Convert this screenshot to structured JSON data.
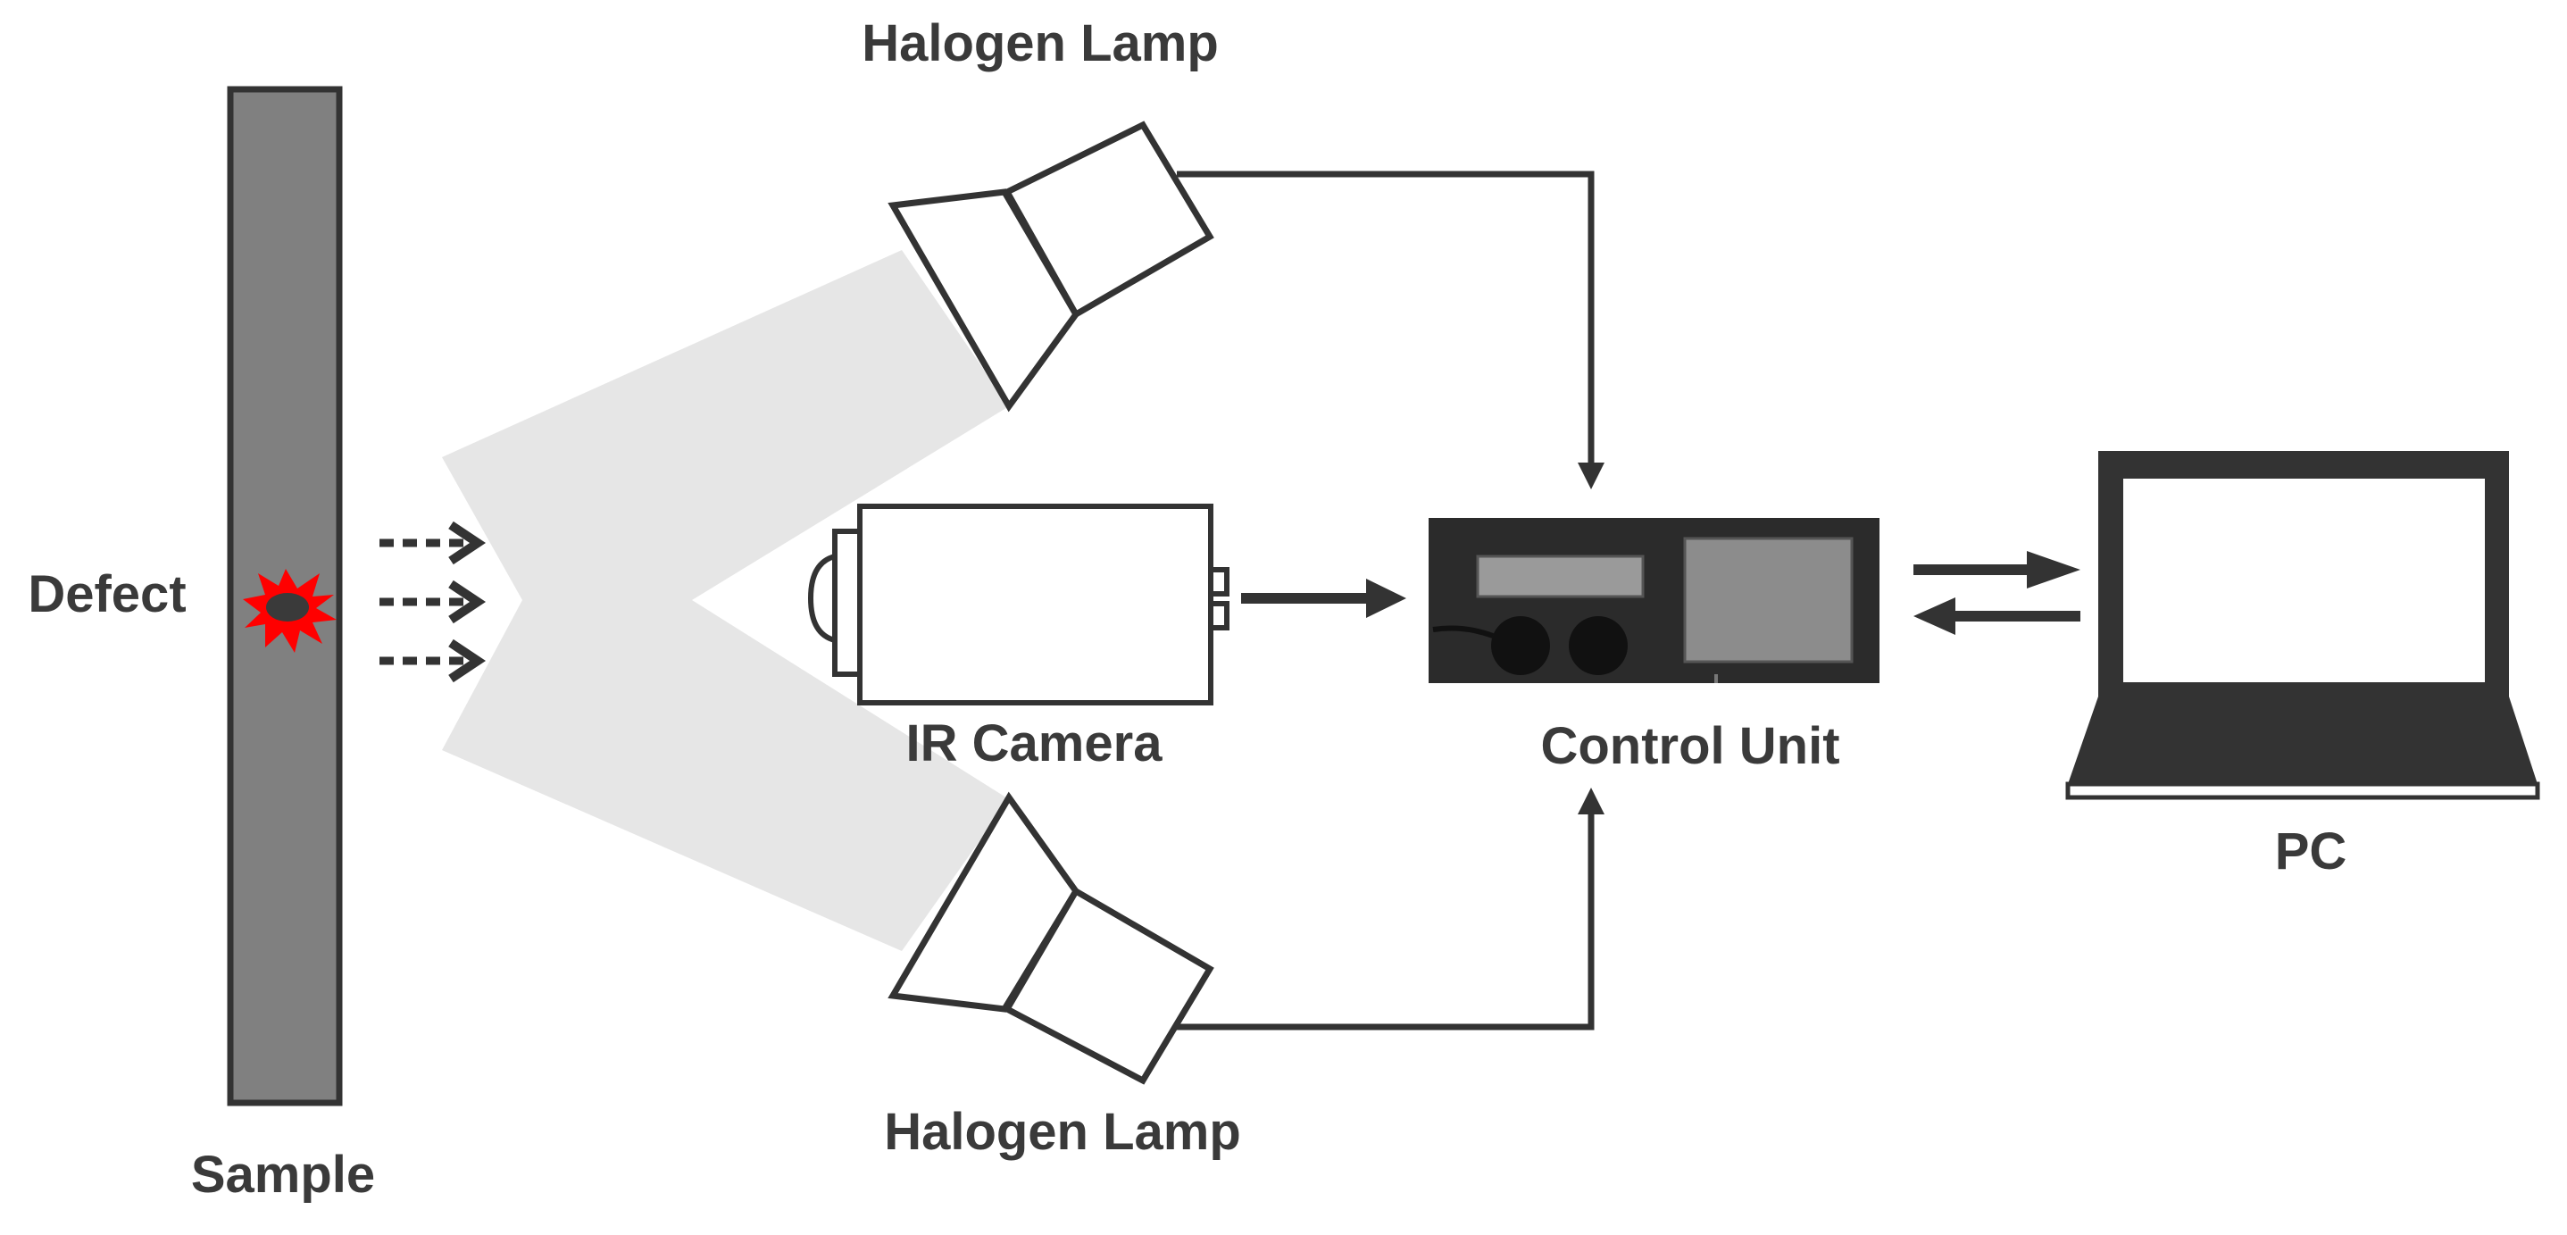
{
  "labels": {
    "halogen_lamp_top": "Halogen Lamp",
    "halogen_lamp_bottom": "Halogen Lamp",
    "defect": "Defect",
    "sample": "Sample",
    "ir_camera": "IR Camera",
    "control_unit": "Control Unit",
    "pc": "PC"
  },
  "colors": {
    "outline": "#333333",
    "sample_fill": "#808080",
    "beam_fill": "#e6e6e6",
    "defect_red": "#ff0000",
    "defect_core": "#3a3a3a",
    "control_unit_body": "#2b2b2b",
    "control_unit_screen": "#8c8c8c",
    "control_unit_panel": "#9a9a9a",
    "label_text": "#3a3a3a"
  },
  "icons": {
    "defect": "burst-icon",
    "heat_flow": "dotted-arrow-icon",
    "pc": "laptop-icon",
    "control_unit": "control-box-icon",
    "ir_camera": "camera-icon",
    "halogen_lamp": "lamp-icon"
  }
}
